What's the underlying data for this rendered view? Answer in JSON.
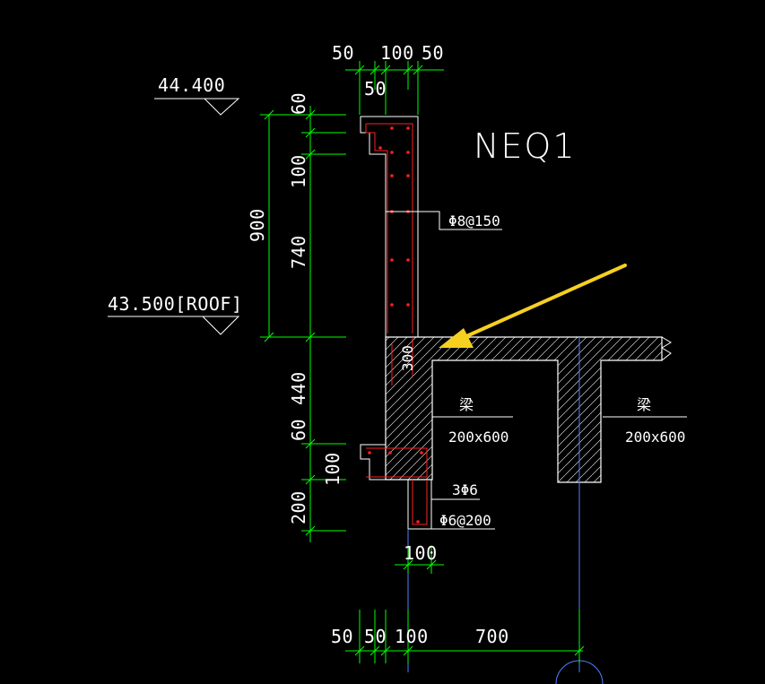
{
  "title": "NEQ1",
  "levels": {
    "top": "44.400",
    "roof": "43.500[ROOF]"
  },
  "dims_top": {
    "d50a": "50",
    "d100": "100",
    "d50b": "50",
    "d50c": "50"
  },
  "dims_left": {
    "d60a": "60",
    "d100a": "100",
    "d900": "900",
    "d740": "740",
    "d440": "440",
    "d60b": "60",
    "d100b": "100",
    "d200": "200"
  },
  "rebar": {
    "main": "Φ8@150",
    "bottom1": "3Φ6",
    "bottom2": "Φ6@200",
    "d300": "300"
  },
  "beams": {
    "beam_char": "梁",
    "size1": "200x600",
    "size2": "200x600"
  },
  "dims_bottom": {
    "d100c": "100",
    "d50d": "50",
    "d50e": "50",
    "d100d": "100",
    "d700": "700"
  },
  "colors": {
    "background": "#000000",
    "dimension": "#00ff00",
    "outline": "#ffffff",
    "rebar": "#ff2020",
    "arrow": "#f5d020",
    "axis": "#4d7fff"
  }
}
